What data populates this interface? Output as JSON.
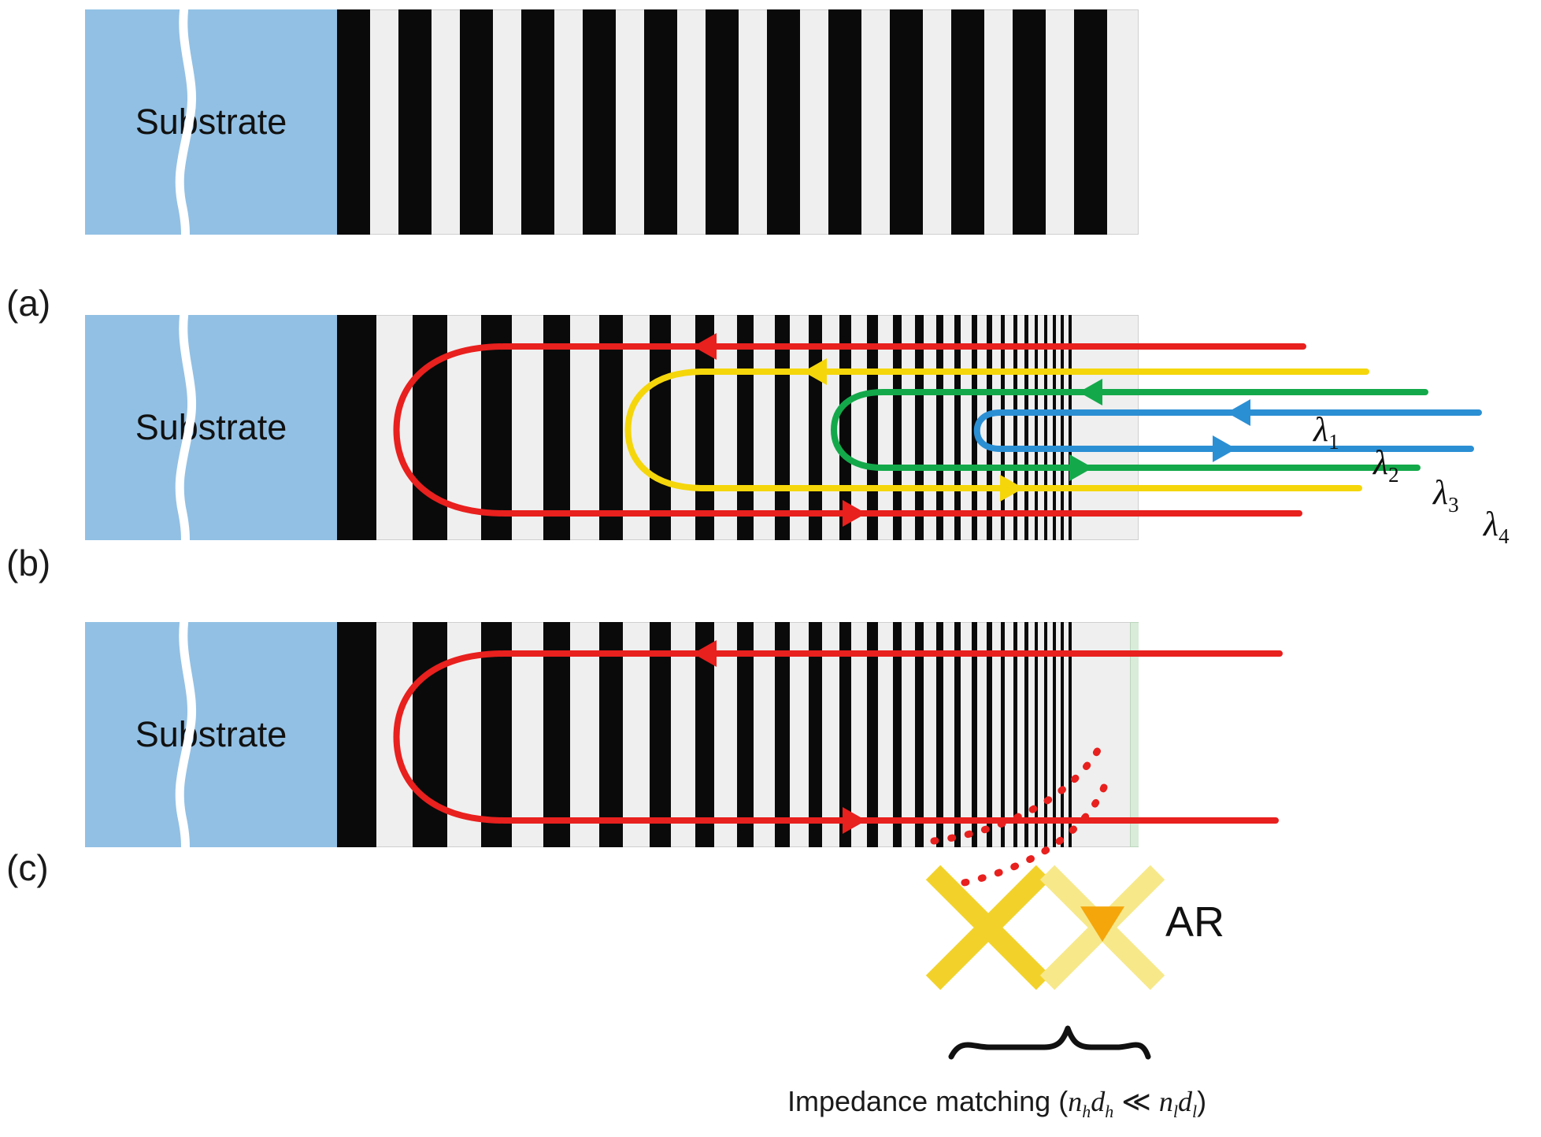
{
  "figure": {
    "kind": "chirped-distributed-bragg-reflector-schematic",
    "background": "#ffffff"
  },
  "colors": {
    "substrate": "#92c0e4",
    "bar_dark": "#0a0a0a",
    "bar_light": "#efefef",
    "ar_region": "#d8ecd9",
    "ray_red": "#e8201e",
    "ray_yellow": "#f5d60a",
    "ray_green": "#13a94a",
    "ray_blue": "#2b8fd4",
    "cross_yellow": "#f2d22a",
    "cross_yellow_faded": "#f7e88a",
    "triangle_orange": "#f5a60a",
    "text": "#111111"
  },
  "panels": [
    {
      "id": "a",
      "label": "(a)",
      "substrate_label": "Substrate",
      "description": "uniform periodic Bragg mirror",
      "bar_count": 13,
      "chirp": "none"
    },
    {
      "id": "b",
      "label": "(b)",
      "substrate_label": "Substrate",
      "description": "chirped Bragg mirror with four wavelength penetration depths",
      "bar_count": 22,
      "chirp": "decreasing-period"
    },
    {
      "id": "c",
      "label": "(c)",
      "substrate_label": "Substrate",
      "description": "chirped mirror with anti-reflection impedance matching layer",
      "bar_count": 22,
      "chirp": "decreasing-period"
    }
  ],
  "rays": {
    "wavelengths": [
      {
        "id": "lambda1",
        "label": "λ",
        "sub": "1",
        "color": "#e8201e",
        "penetration": "deepest"
      },
      {
        "id": "lambda2",
        "label": "λ",
        "sub": "2",
        "color": "#f5d60a",
        "penetration": "deep"
      },
      {
        "id": "lambda3",
        "label": "λ",
        "sub": "3",
        "color": "#13a94a",
        "penetration": "shallow"
      },
      {
        "id": "lambda4",
        "label": "λ",
        "sub": "4",
        "color": "#2b8fd4",
        "penetration": "shallowest"
      }
    ]
  },
  "panel_c_annotations": {
    "ar_label": "AR",
    "impedance_text_prefix": "Impedance matching (",
    "impedance_math": "nₕdₕ ≪ nₗdₗ",
    "impedance_text_suffix": ")",
    "math_n_h": "n",
    "math_sub_h": "h",
    "math_d_h": "d",
    "math_ll": "≪",
    "math_n_l": "n",
    "math_sub_l": "l",
    "math_d_l": "d",
    "blocked_marker": "x-cross",
    "blocked_marker_count": 2
  }
}
